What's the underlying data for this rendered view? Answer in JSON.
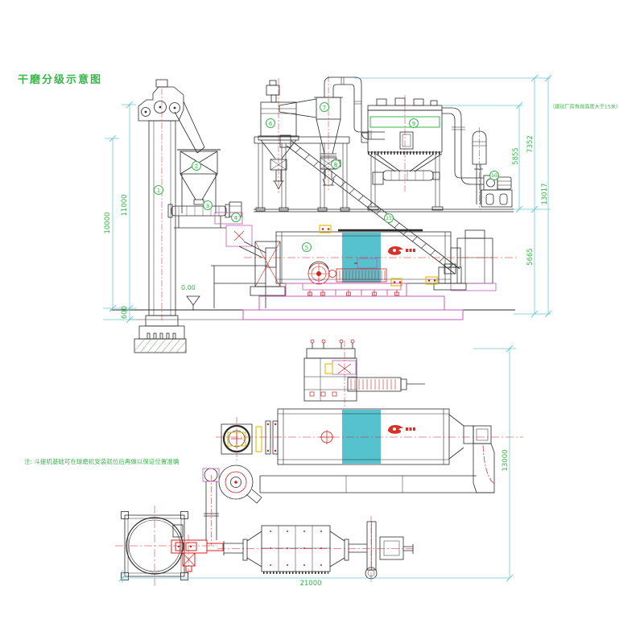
{
  "title": "干磨分级示意图",
  "notes": {
    "height": "（建议厂房有效高度大于15米）",
    "foundation": "注: 斗提机基础可在球磨机安装就位后再做以保证位置准确",
    "floor_level": "0.00"
  },
  "dimensions": {
    "left_10000": "10000",
    "left_11000": "11000",
    "left_600": "600",
    "right_5855": "5855",
    "right_7352": "7352",
    "right_13017": "13017",
    "right_5665": "5665",
    "plan_13000": "13000",
    "plan_21000": "21000"
  },
  "balloons": [
    {
      "num": "1"
    },
    {
      "num": "2"
    },
    {
      "num": "3"
    },
    {
      "num": "4"
    },
    {
      "num": "5"
    },
    {
      "num": "6"
    },
    {
      "num": "7"
    },
    {
      "num": "8"
    },
    {
      "num": "9"
    },
    {
      "num": "10"
    },
    {
      "num": "11"
    }
  ],
  "colors": {
    "accent_green": "#3ab54a",
    "dimension_cyan": "#6fc9cf",
    "machine_magenta": "#c45ab8",
    "detail_red": "#d42020",
    "highlight_teal": "#55c2ce",
    "highlight_yellow": "#e2c31c",
    "logo_red": "#d93025"
  }
}
